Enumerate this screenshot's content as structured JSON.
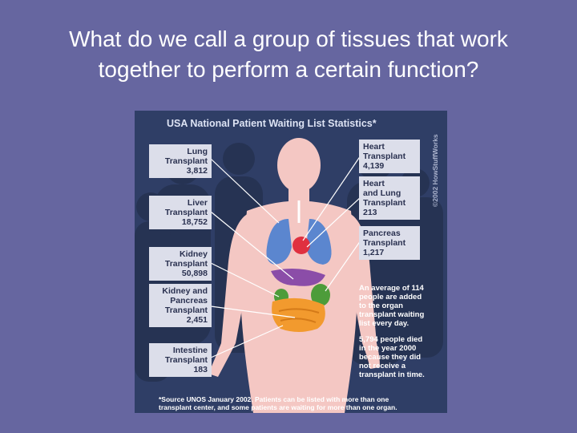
{
  "slide": {
    "title": "What do we call a group of tissues that work\ntogether to perform a certain function?"
  },
  "poster": {
    "title": "USA National Patient Waiting List Statistics*",
    "left_labels": [
      {
        "text": "Lung\nTransplant\n3,812"
      },
      {
        "text": "Liver\nTransplant\n18,752"
      },
      {
        "text": "Kidney\nTransplant\n50,898"
      },
      {
        "text": "Kidney and\nPancreas\nTransplant\n2,451"
      },
      {
        "text": "Intestine\nTransplant\n183"
      }
    ],
    "right_labels": [
      {
        "text": "Heart\nTransplant\n4,139"
      },
      {
        "text": "Heart\nand Lung\nTransplant\n213"
      },
      {
        "text": "Pancreas\nTransplant\n1,217"
      }
    ],
    "stat_1": "An average of 114\npeople are added\nto the organ\ntransplant waiting\nlist every day.",
    "stat_2": "5,794 people died\nin the year 2000\nbecause they did\nnot receive a\ntransplant in time.",
    "footnote": "*Source UNOS January 2002. Patients can be listed with more than one\ntransplant center, and some patients are waiting for more than one organ.",
    "copyright": "©2002 HowStuffWorks"
  },
  "colors": {
    "background": "#6666a0",
    "poster_bg": "#2f3e66",
    "skin": "#f4c7c3",
    "lungs": "#5b86cf",
    "heart": "#e03040",
    "liver": "#8b4da8",
    "intestine": "#f29a2e",
    "stomach": "#4d9c3a"
  }
}
